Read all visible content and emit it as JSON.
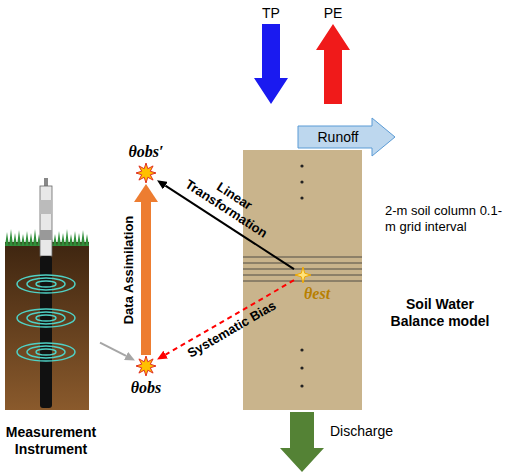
{
  "diagram": {
    "nodes": [
      {
        "text": [
          "Measurement Instrument"
        ]
      },
      {
        "text": [
          "θobs′"
        ]
      },
      {
        "text": [
          "2-m soil column 0.1-m grid interval",
          "Soil Water Balance model"
        ]
      },
      {
        "text": [
          "θest"
        ],
        "in": 2
      },
      {
        "text": [
          "θobs"
        ]
      }
    ],
    "edges": [
      {
        "from": 0,
        "to": 4,
        "arrow": "to"
      },
      {
        "from": 4,
        "to": 1,
        "arrow": "to",
        "label": "Data Assimilation"
      },
      {
        "from": 3,
        "to": 1,
        "arrow": "to",
        "label": "Linear Transformation"
      },
      {
        "from": 3,
        "to": 4,
        "arrow": "to",
        "label": "Systematic Bias"
      }
    ],
    "labels": [
      "TP",
      "PE",
      "Runoff",
      "Discharge"
    ]
  }
}
